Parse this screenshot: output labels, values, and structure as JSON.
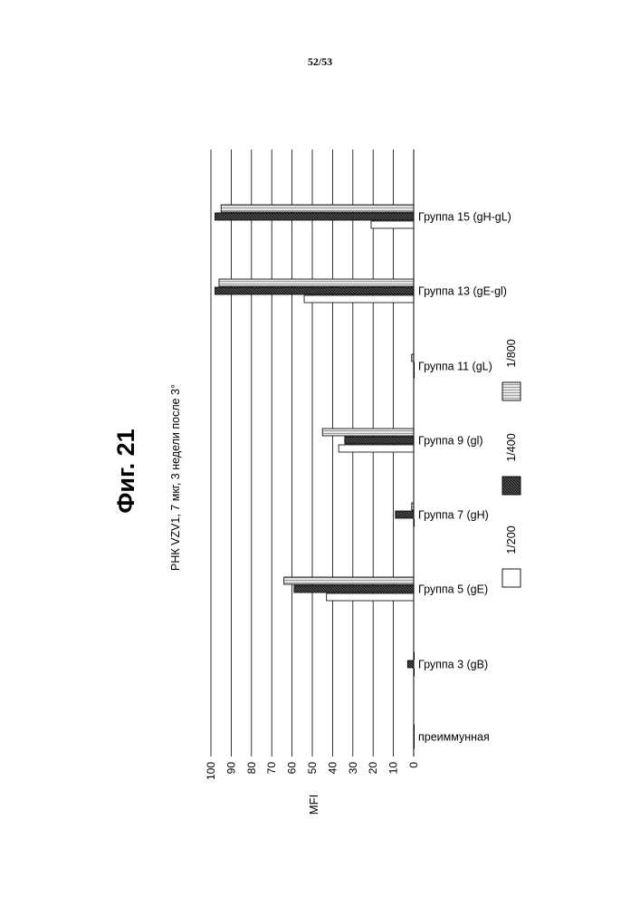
{
  "page_number": "52/53",
  "figure_label": "Фиг. 21",
  "colors": {
    "dilution_1_200": "#ffffff",
    "dilution_1_400": "#262626",
    "dilution_1_800": "#d4d4d4",
    "grid": "#000000"
  },
  "chart_data": {
    "type": "bar",
    "orientation": "horizontal bars (page rotated 90°)",
    "title": "РНК VZV1, 7 мкг, 3 недели после 3°",
    "ylabel": "MFI",
    "xlabel": "",
    "ylim": [
      0,
      100
    ],
    "y_ticks": [
      "0",
      "10",
      "20",
      "30",
      "40",
      "50",
      "60",
      "70",
      "80",
      "90",
      "100"
    ],
    "grid": true,
    "legend_position": "bottom",
    "categories": [
      "преиммунная",
      "Группа 3 (gB)",
      "Группа 5 (gE)",
      "Группа 7 (gH)",
      "Группа 9 (gl)",
      "Группа 11 (gL)",
      "Группа 13 (gE-gl)",
      "Группа 15 (gH-gL)"
    ],
    "series": [
      {
        "name": "1/200",
        "values": [
          0,
          0,
          43,
          0,
          37,
          0,
          54,
          21
        ]
      },
      {
        "name": "1/400",
        "values": [
          0,
          3,
          59,
          9,
          34,
          0,
          98,
          98
        ]
      },
      {
        "name": "1/800",
        "values": [
          0,
          0,
          64,
          1,
          45,
          1,
          96,
          95
        ]
      }
    ]
  }
}
